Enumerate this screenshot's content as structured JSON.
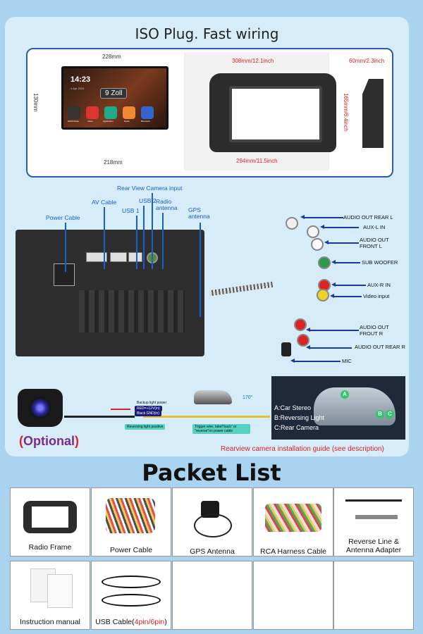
{
  "wiring": {
    "title": "ISO Plug. Fast wiring",
    "dim_top": "228mm",
    "dim_left": "130mm",
    "dim_bottom": "218mm",
    "frame_width": "308mm/12.1inch",
    "frame_height": "165mm/6.4inch",
    "frame_bottom": "294mm/11.5inch",
    "frame_depth": "60mm/2.3inch",
    "screen_time": "14:23",
    "screen_date": "4 Apr 2024",
    "screen_badge": "9 Zoll",
    "apps": [
      "HDMI Mode",
      "Video",
      "Application",
      "Radio",
      "Bluetooth"
    ]
  },
  "connectors": {
    "rear_camera": "Rear View Camera input",
    "av_cable": "AV Cable",
    "usb2": "USB 2",
    "usb1": "USB 1",
    "radio": "Radio antenna",
    "gps": "GPS antenna",
    "power": "Power Cable"
  },
  "rca": [
    "AUDIO OUT REAR L",
    "AUX-L IN",
    "AUDIO OUT FRONT L",
    "SUB WOOFER",
    "AUX-R IN",
    "Video input",
    "AUDIO OUT FROUT R",
    "AUDIO OUT REAR R",
    "MIC"
  ],
  "camera": {
    "optional_open": "(",
    "optional_word": "Optional",
    "optional_close": ")",
    "backup_power": "Backup light power",
    "red_wire": "RED=+12V(in)",
    "black_wire": "Black GND(in)",
    "reversing": "Reversing light positive",
    "trigger": "Trigger wire, label\"back\" or \"reverse\"on power cable",
    "angle": "170°",
    "legend_a": "A:Car Stereo",
    "legend_b": "B:Reversing Light",
    "legend_c": "C:Rear Camera",
    "guide": "Rearview camera installation guide (see description)"
  },
  "packet": {
    "title": "Packet List",
    "items": [
      "Radio Frame",
      "Power Cable",
      "GPS Antenna",
      "RCA Harness Cable",
      "Reverse Line & Antenna Adapter",
      "Instruction manual",
      "USB Cable(",
      "4pin/6pin",
      ")"
    ]
  }
}
